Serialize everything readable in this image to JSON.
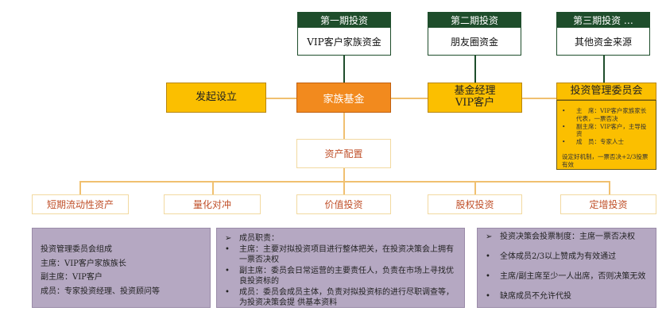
{
  "funding": [
    {
      "phase": "第一期投资",
      "source": "VIP客户家族资金"
    },
    {
      "phase": "第二期投资",
      "source": "朋友圈资金"
    },
    {
      "phase": "第三期投资 …",
      "source": "其他资金来源"
    }
  ],
  "middle": {
    "founder": "发起设立",
    "fund": "家族基金",
    "manager": "基金经理\nVIP客户",
    "committee": "投资管理委员会"
  },
  "committee_detail": {
    "items": [
      "主　席：VIP客户家族家长代表，一票否决",
      "副主席：VIP客户，主导投资",
      "成　员：专家人士"
    ],
    "note": "设定好机制，一票否决+2/3投票有效"
  },
  "allocation": "资产配置",
  "assets": [
    "短期流动性资产",
    "量化对冲",
    "价值投资",
    "股权投资",
    "定增投资"
  ],
  "left_panel": [
    "投资管理委员会组成",
    "主席：VIP客户家族族长",
    "副主席：VIP客户",
    "成员：专家投资经理、投资顾问等"
  ],
  "middle_panel": {
    "heading": "成员职责：",
    "items": [
      "主席：主要对拟投资项目进行整体把关，在投资决策会上拥有一票否决权",
      "副主席：委员会日常运营的主要责任人，负责在市场上寻找优良投资标的",
      "成员：委员会成员主体，负责对拟投资标的进行尽职调查等，为投资决策会提 供基本资料"
    ]
  },
  "right_panel": {
    "heading": "投资决策会投票制度：主席一票否决权",
    "items": [
      "全体成员2/3以上赞成为有效通过",
      "主席/副主席至少一人出席，否则决策无效",
      "缺席成员不允许代投"
    ]
  },
  "markers": {
    "arrow": "➢",
    "bullet": "•"
  },
  "colors": {
    "green": "#1e4d2b",
    "yellow": "#fbbf00",
    "orange": "#f28a1e",
    "purple": "#b5a8c2"
  }
}
